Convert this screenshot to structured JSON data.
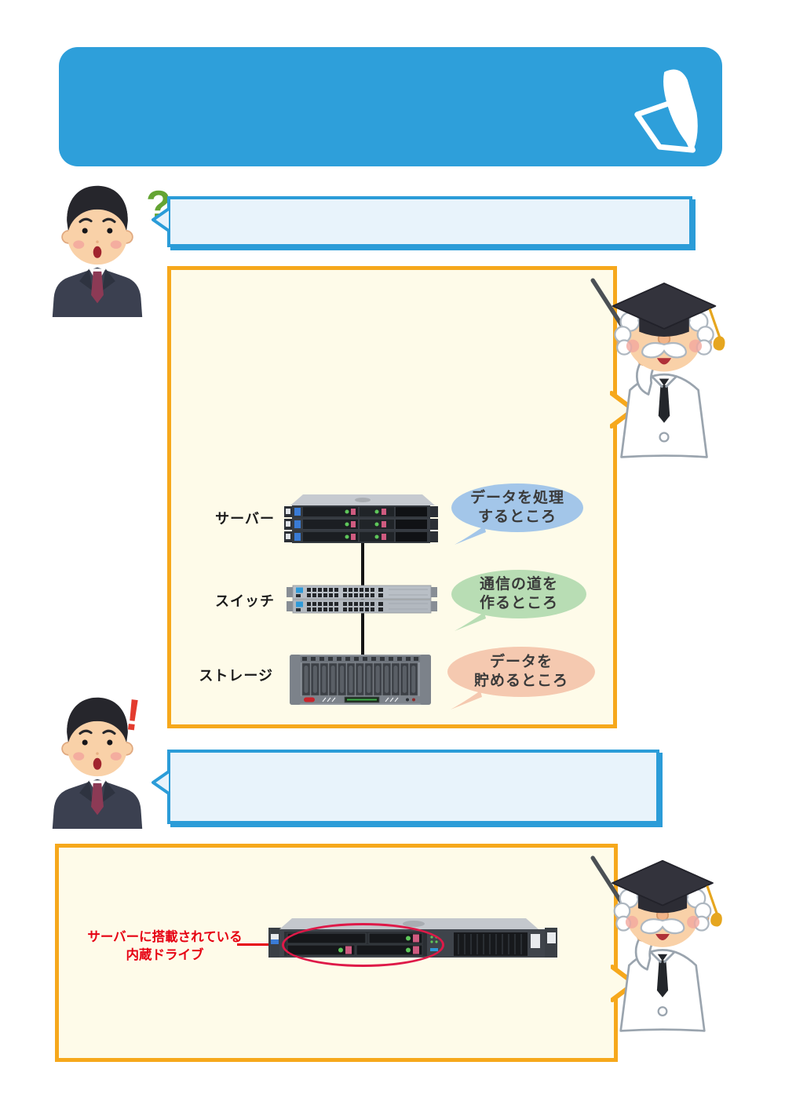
{
  "colors": {
    "banner_blue": "#2E9FDA",
    "speech_border_blue": "#2B9CD8",
    "speech_fill_blue": "#E8F3FB",
    "panel_border_orange": "#F6A81C",
    "panel_fill_cream": "#FEFBE9",
    "callout_blue": "#A3C6E9",
    "callout_green": "#B8DDB4",
    "callout_pink": "#F5C9B0",
    "annotation_red": "#E60012"
  },
  "marks": {
    "question": "?",
    "exclamation": "!"
  },
  "diagram": {
    "rows": [
      {
        "label": "サーバー",
        "callout": [
          "データを処理",
          "するところ"
        ]
      },
      {
        "label": "スイッチ",
        "callout": [
          "通信の道を",
          "作るところ"
        ]
      },
      {
        "label": "ストレージ",
        "callout": [
          "データを",
          "貯めるところ"
        ]
      }
    ]
  },
  "annotation": {
    "lines": [
      "サーバーに搭載されている",
      "内蔵ドライブ"
    ]
  }
}
